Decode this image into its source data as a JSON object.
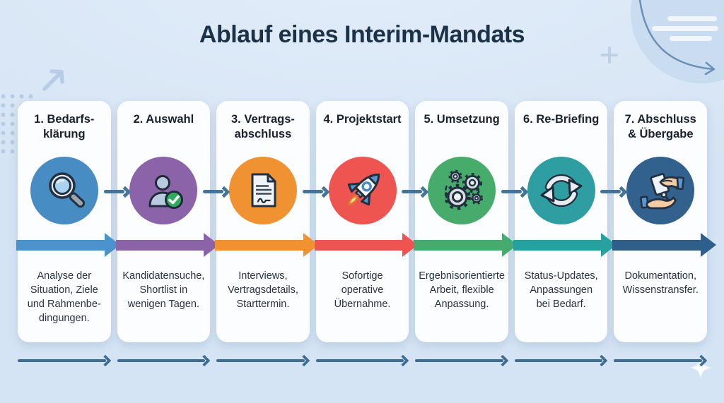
{
  "title": "Ablauf eines Interim-Mandats",
  "palette": {
    "background_top": "#e2edfa",
    "background": "#d5e4f4",
    "card": "#fcfdff",
    "title_color": "#1c3248",
    "step_title_color": "#18222f",
    "description_color": "#2a3340",
    "connector": "#44739c",
    "bottom_arrow": "#3d6d95"
  },
  "decor": {
    "dots": "#b3c8e0",
    "diag": "#b7cce6",
    "circle": "#c6d9ee",
    "lines": "#f4f8fd",
    "curve": "#6b90b6",
    "plus": "#bdd0e7",
    "sparkle": "#ffffff"
  },
  "steps": [
    {
      "title": [
        "1. Bedarfs-",
        "klärung"
      ],
      "icon": "search-icon",
      "circle_color": "#478cc3",
      "arrow_color": "#4b93cc",
      "description": [
        "Analyse der",
        "Situation, Ziele",
        "und Rahmenbe-",
        "dingungen."
      ]
    },
    {
      "title": [
        "2. Auswahl"
      ],
      "icon": "user-check-icon",
      "circle_color": "#8a63a8",
      "arrow_color": "#8a63a8",
      "description": [
        "Kandidatensuche,",
        "Shortlist in",
        "wenigen Tagen."
      ]
    },
    {
      "title": [
        "3. Vertrags-",
        "abschluss"
      ],
      "icon": "contract-icon",
      "circle_color": "#f09231",
      "arrow_color": "#f09231",
      "description": [
        "Interviews,",
        "Vertragsdetails,",
        "Starttermin."
      ]
    },
    {
      "title": [
        "4. Projektstart"
      ],
      "icon": "rocket-icon",
      "circle_color": "#ee5450",
      "arrow_color": "#ee5450",
      "description": [
        "Sofortige",
        "operative",
        "Übernahme."
      ]
    },
    {
      "title": [
        "5. Umsetzung"
      ],
      "icon": "gears-icon",
      "circle_color": "#46ab6b",
      "arrow_color": "#47ab70",
      "description": [
        "Ergebnisorientierte",
        "Arbeit, flexible",
        "Anpassung."
      ]
    },
    {
      "title": [
        "6. Re-Briefing"
      ],
      "icon": "refresh-icon",
      "circle_color": "#2f9ea3",
      "arrow_color": "#27a0a0",
      "description": [
        "Status-Updates,",
        "Anpassungen",
        "bei Bedarf."
      ]
    },
    {
      "title": [
        "7. Abschluss",
        "& Übergabe"
      ],
      "icon": "handover-icon",
      "circle_color": "#31618c",
      "arrow_color": "#2d5f8a",
      "description": [
        "Dokumentation,",
        "Wissenstransfer."
      ]
    }
  ]
}
